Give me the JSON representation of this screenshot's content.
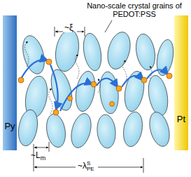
{
  "diagram": {
    "nodes": [
      {
        "text": [
          "Py"
        ]
      },
      {
        "text": [
          "Pt"
        ]
      }
    ],
    "labels": [
      "Nano-scale crystal grains of PEDOT:PSS",
      "~ξ",
      "~L",
      "m",
      "~λ",
      "S",
      "PE"
    ]
  }
}
